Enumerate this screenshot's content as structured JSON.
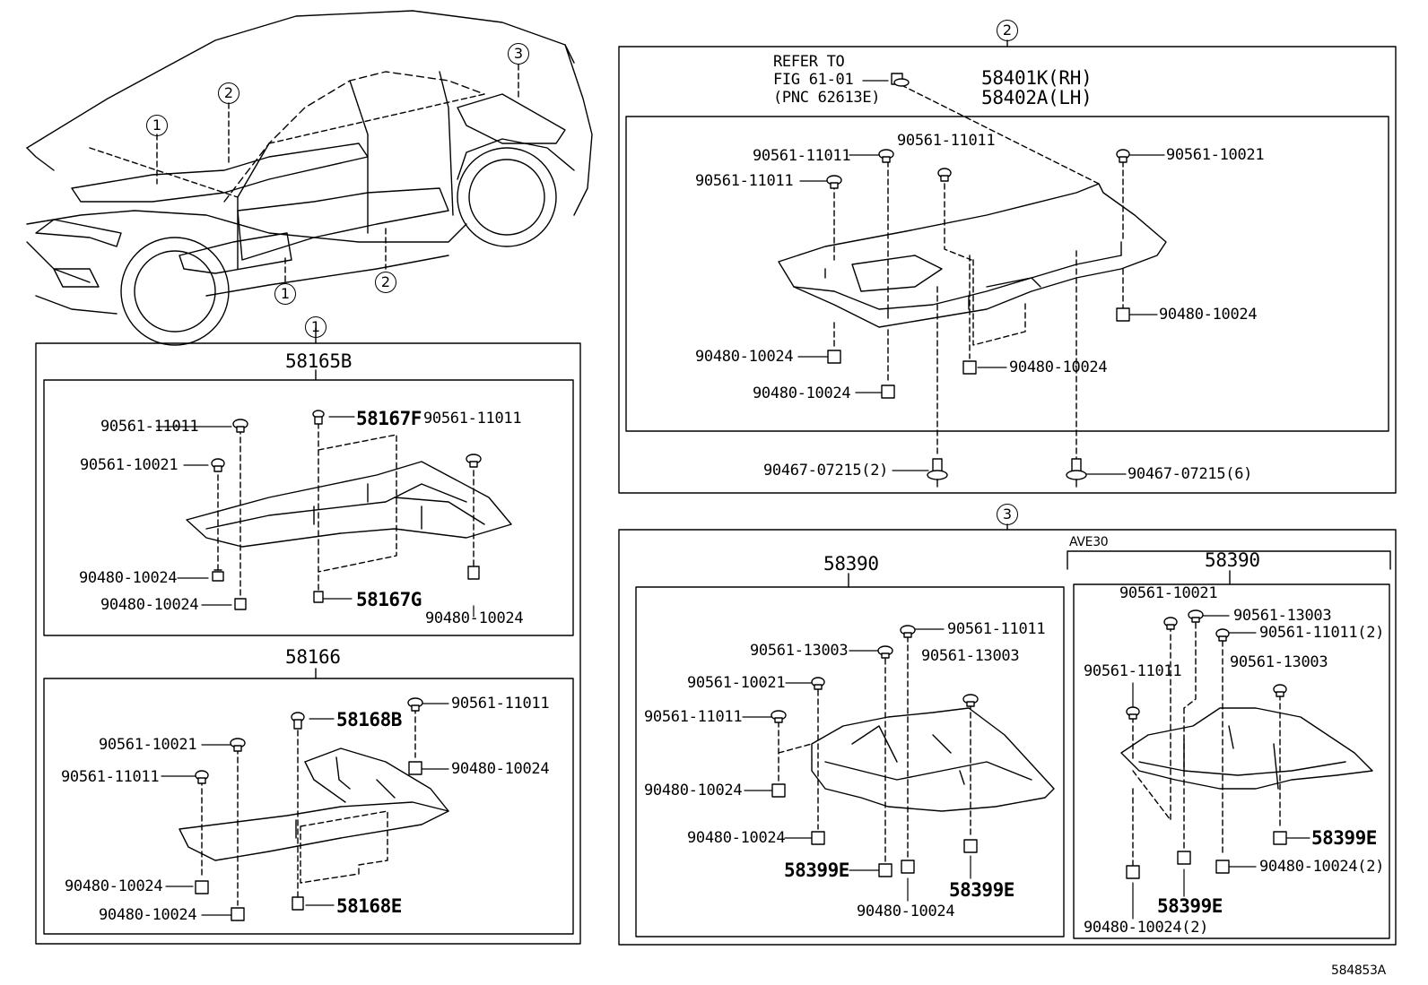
{
  "section_markers": {
    "s1": "1",
    "s2": "2",
    "s3": "3"
  },
  "car_markers": {
    "a": "1",
    "b": "2",
    "c": "3",
    "d": "1",
    "e": "2"
  },
  "s1": {
    "top_part": "58165B",
    "bottom_part": "58166",
    "top_labels": {
      "t1": "90561-11011",
      "t2": "90561-10021",
      "t3": "58167F",
      "t4": "90561-11011",
      "t5": "90480-10024",
      "t6": "90480-10024",
      "t7": "58167G",
      "t8": "90480-10024"
    },
    "bottom_labels": {
      "b1": "90561-10021",
      "b2": "90561-11011",
      "b3": "58168B",
      "b4": "90561-11011",
      "b5": "90480-10024",
      "b6": "90480-10024",
      "b7": "90480-10024",
      "b8": "58168E"
    }
  },
  "s2": {
    "refer": [
      "REFER TO",
      "FIG 61-01",
      "(PNC 62613E)"
    ],
    "part_rh": "58401K(RH)",
    "part_lh": "58402A(LH)",
    "labels": {
      "a1": "90561-11011",
      "a2": "90561-11011",
      "a3": "90561-10021",
      "a4": "90561-11011",
      "a5": "90480-10024",
      "a6": "90480-10024",
      "a7": "90480-10024",
      "a8": "90480-10024",
      "a9": "90467-07215(2)",
      "a10": "90467-07215(6)"
    }
  },
  "s3": {
    "variant": "AVE30",
    "left_part": "58390",
    "right_part": "58390",
    "left_labels": {
      "l1": "90561-11011",
      "l2": "90561-13003",
      "l3": "90561-13003",
      "l4": "90561-10021",
      "l5": "90561-11011",
      "l6": "90480-10024",
      "l7": "90480-10024",
      "l8": "58399E",
      "l9": "58399E",
      "l10": "90480-10024"
    },
    "right_labels": {
      "r1": "90561-10021",
      "r2": "90561-13003",
      "r3": "90561-11011(2)",
      "r4": "90561-11011",
      "r5": "90561-13003",
      "r6": "58399E",
      "r7": "90480-10024(2)",
      "r8": "58399E",
      "r9": "90480-10024(2)"
    }
  },
  "figure_id": "584853A"
}
